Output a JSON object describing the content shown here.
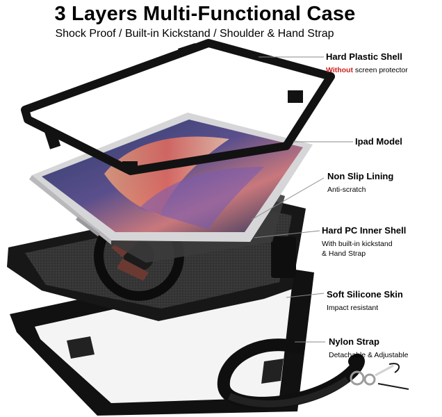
{
  "header": {
    "title": "3 Layers Multi-Functional Case",
    "subtitle": "Shock Proof / Built-in Kickstand / Shoulder & Hand Strap"
  },
  "layers": [
    {
      "name": "Hard Plastic Shell",
      "desc_highlight": "Without",
      "desc": " screen protector"
    },
    {
      "name": "Ipad Model"
    },
    {
      "name": "Non Slip Lining",
      "desc": "Anti-scratch"
    },
    {
      "name": "Hard PC Inner Shell",
      "desc_line1": "With built-in kickstand",
      "desc_line2": "& Hand Strap"
    },
    {
      "name": "Soft Silicone Skin",
      "desc": "Impact resistant"
    },
    {
      "name": "Nylon Strap",
      "desc": "Detachable & Adjustable"
    }
  ],
  "colors": {
    "highlight": "#cc1f1f",
    "case_black": "#141414",
    "lining_gray": "#3a3a3a",
    "tablet_frame": "#d5d5d7"
  }
}
